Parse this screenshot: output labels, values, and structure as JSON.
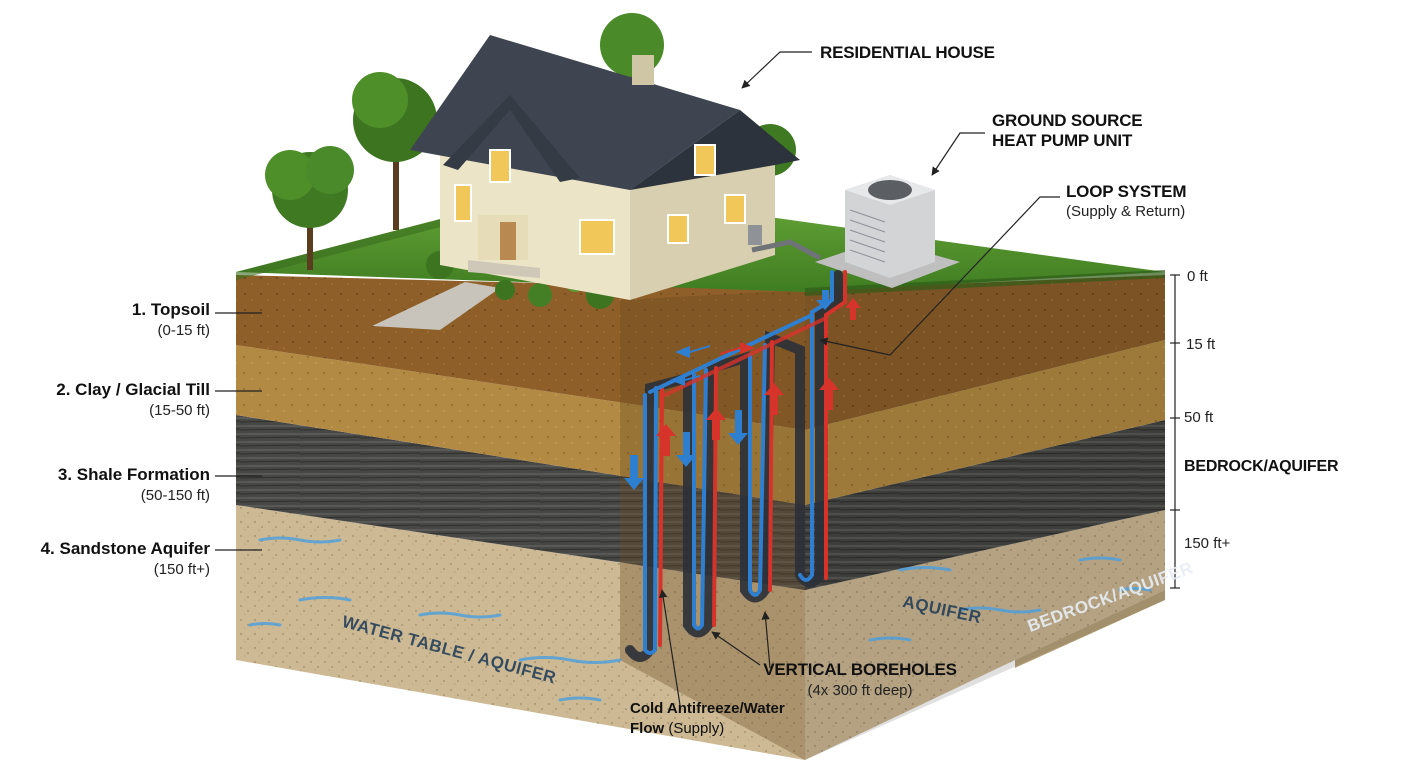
{
  "labels": {
    "house": "RESIDENTIAL HOUSE",
    "heat_pump_line1": "GROUND SOURCE",
    "heat_pump_line2": "HEAT PUMP UNIT",
    "loop_title": "LOOP SYSTEM",
    "loop_sub": "(Supply & Return)",
    "boreholes_title": "VERTICAL BOREHOLES",
    "boreholes_sub": "(4x 300 ft deep)",
    "cold_flow_line1": "Cold Antifreeze/Water",
    "cold_flow_line2_bold": "Flow",
    "cold_flow_line2_rest": " (Supply)",
    "bedrock_side": "BEDROCK/AQUIFER",
    "water_table": "WATER TABLE / AQUIFER",
    "aquifer": "AQUIFER",
    "bedrock_face": "BEDROCK/AQUIFER"
  },
  "layers": [
    {
      "name": "1. Topsoil",
      "range": "(0-15 ft)"
    },
    {
      "name": "2. Clay / Glacial Till",
      "range": "(15-50 ft)"
    },
    {
      "name": "3. Shale Formation",
      "range": "(50-150 ft)"
    },
    {
      "name": "4. Sandstone Aquifer",
      "range": "(150 ft+)"
    }
  ],
  "depth_scale": [
    "0 ft",
    "15 ft",
    "50 ft",
    "150 ft+"
  ],
  "colors": {
    "grass": "#4f8f2a",
    "topsoil": "#8a5a24",
    "clay": "#b88a3e",
    "shale": "#4a4a48",
    "sandstone": "#c9b48c",
    "supply_pipe": "#2f7fd0",
    "return_pipe": "#d6332b"
  }
}
